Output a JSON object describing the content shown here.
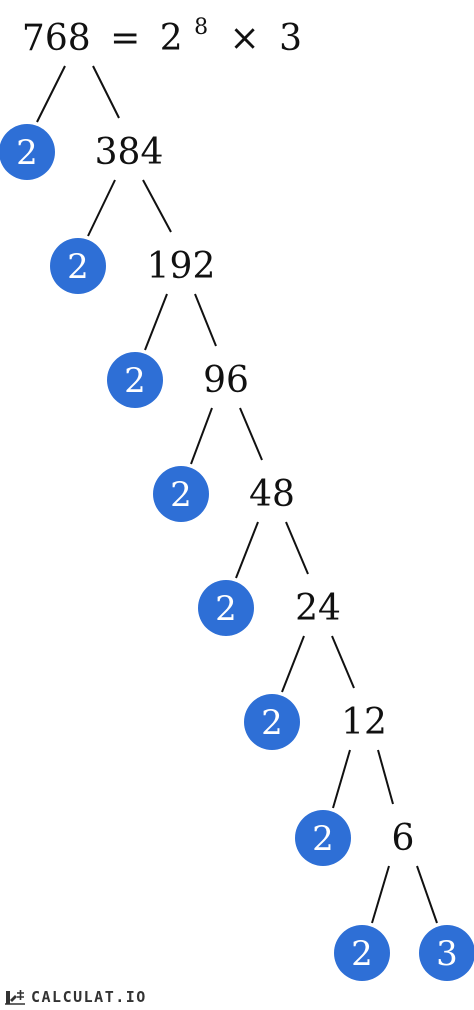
{
  "title": {
    "number": "768",
    "equals": "=",
    "base": "2",
    "exponent": "8",
    "times": "×",
    "remainder": "3"
  },
  "tree": {
    "composites": [
      "384",
      "192",
      "96",
      "48",
      "24",
      "12",
      "6"
    ],
    "prime_leaves": [
      "2",
      "2",
      "2",
      "2",
      "2",
      "2",
      "2",
      "2",
      "3"
    ]
  },
  "colors": {
    "leaf_fill": "#2e6fd6",
    "branch": "#111111",
    "text": "#111111"
  },
  "watermark": {
    "text": "CALCULAT.IO",
    "icon": "calculatio-logo-icon"
  }
}
